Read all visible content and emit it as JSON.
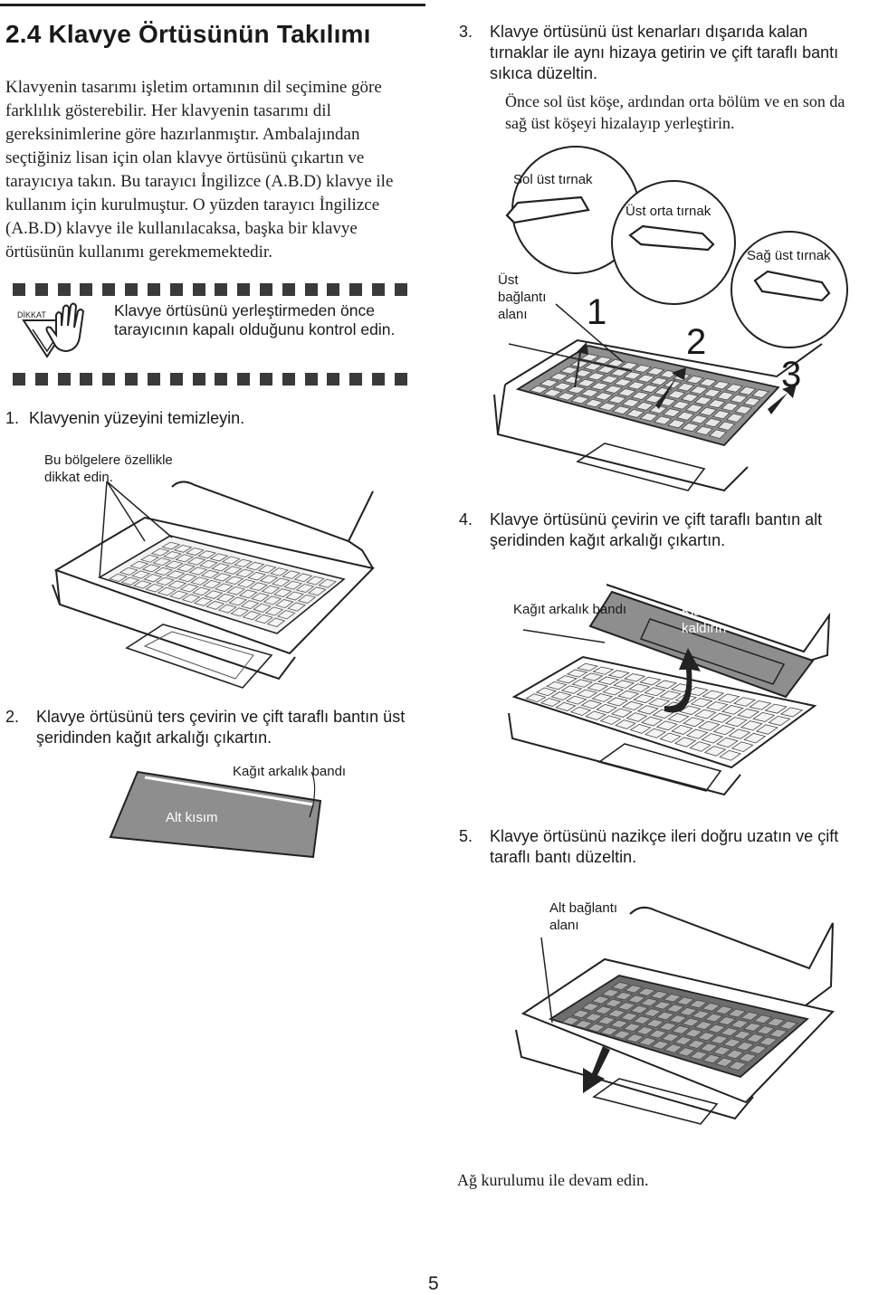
{
  "section": {
    "title": "2.4 Klavye Örtüsünün Takılımı",
    "intro": "Klavyenin tasarımı işletim ortamının dil seçimine göre farklılık gösterebilir. Her klavyenin tasarımı dil gereksinimlerine göre hazırlanmıştır. Ambalajından seçtiğiniz lisan için olan klavye örtüsünü çıkartın ve tarayıcıya takın. Bu tarayıcı İngilizce (A.B.D) klavye ile kullanım için kurulmuştur. O yüzden tarayıcı İngilizce (A.B.D) klavye ile kullanılacaksa, başka bir klavye örtüsünün kullanımı gerekmemektedir."
  },
  "caution": {
    "label": "DİKKAT",
    "text": "Klavye örtüsünü yerleştirmeden önce tarayıcının kapalı olduğunu kontrol edin."
  },
  "steps": [
    {
      "number": "1.",
      "text": "Klavyenin yüzeyini temizleyin.",
      "callouts": [
        "Bu bölgelere özellikle dikkat edin."
      ]
    },
    {
      "number": "2.",
      "text": "Klavye örtüsünü ters çevirin ve çift taraflı bantın üst şeridinden kağıt arkalığı çıkartın.",
      "callouts": [
        "Kağıt arkalık bandı",
        "Alt kısım"
      ]
    },
    {
      "number": "3.",
      "text": "Klavye örtüsünü üst kenarları dışarıda kalan tırnaklar ile aynı hizaya getirin ve çift taraflı bantı sıkıca düzeltin.",
      "note": "Önce sol üst köşe, ardından orta bölüm ve en son da sağ üst köşeyi hizalayıp yerleştirin.",
      "callouts": [
        "Sol üst tırnak",
        "Üst orta tırnak",
        "Sağ üst tırnak",
        "Üst bağlantı alanı"
      ],
      "markers": [
        "1",
        "2",
        "3"
      ]
    },
    {
      "number": "4.",
      "text": "Klavye örtüsünü çevirin ve çift taraflı bantın alt şeridinden kağıt arkalığı çıkartın.",
      "callouts": [
        "Kağıt arkalık bandı",
        "Klavye örtünüsü kaldırın"
      ]
    },
    {
      "number": "5.",
      "text": "Klavye örtüsünü nazikçe ileri doğru uzatın ve çift taraflı bantı düzeltin.",
      "callouts": [
        "Alt bağlantı alanı"
      ]
    }
  ],
  "closing": "Ağ kurulumu ile devam edin.",
  "page_number": "5",
  "colors": {
    "text": "#1a1a1a",
    "cover_gray": "#8a8a8a",
    "warning_bg": "#3a3a3a"
  }
}
